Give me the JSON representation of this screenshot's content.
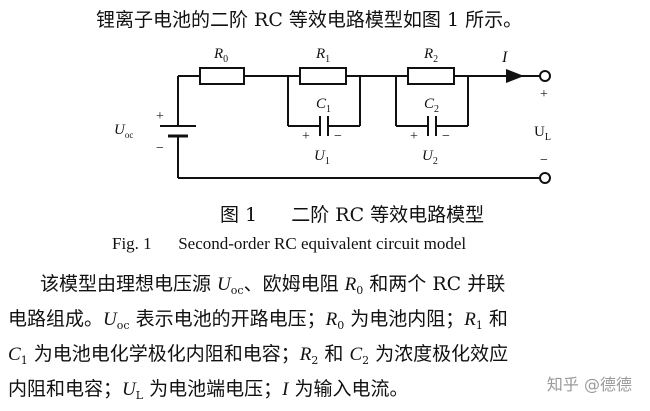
{
  "intro_line": "锂离子电池的二阶 RC 等效电路模型如图 1 所示。",
  "circuit": {
    "labels": {
      "R0": "R",
      "R0_sub": "0",
      "R1": "R",
      "R1_sub": "1",
      "R2": "R",
      "R2_sub": "2",
      "C1": "C",
      "C1_sub": "1",
      "C2": "C",
      "C2_sub": "2",
      "U1": "U",
      "U1_sub": "1",
      "U2": "U",
      "U2_sub": "2",
      "Uoc": "U",
      "Uoc_sub": "oc",
      "UL": "U",
      "UL_sub": "L",
      "I": "I",
      "plus": "+",
      "minus": "−"
    }
  },
  "caption": {
    "cn_fig": "图 1",
    "cn_title": "二阶 RC 等效电路模型",
    "en_fig": "Fig. 1",
    "en_title": "Second-order RC equivalent circuit model"
  },
  "paragraph": {
    "l1_a": "该模型由理想电压源 ",
    "l1_u": "U",
    "l1_u_sub": "oc",
    "l1_b": "、欧姆电阻 ",
    "l1_r": "R",
    "l1_r_sub": "0",
    "l1_c": " 和两个 RC 并联",
    "l2_a": "电路组成。",
    "l2_u": "U",
    "l2_u_sub": "oc",
    "l2_b": " 表示电池的开路电压；",
    "l2_r0": "R",
    "l2_r0_sub": "0",
    "l2_c": " 为电池内阻；",
    "l2_r1": "R",
    "l2_r1_sub": "1",
    "l2_d": " 和",
    "l3_c1": "C",
    "l3_c1_sub": "1",
    "l3_a": " 为电池电化学极化内阻和电容；",
    "l3_r2": "R",
    "l3_r2_sub": "2",
    "l3_b": " 和 ",
    "l3_c2": "C",
    "l3_c2_sub": "2",
    "l3_c": " 为浓度极化效应",
    "l4_a": "内阻和电容；",
    "l4_ul": "U",
    "l4_ul_sub": "L",
    "l4_b": " 为电池端电压；",
    "l4_i": "I",
    "l4_c": " 为输入电流。"
  },
  "watermark": "知乎 @德德"
}
